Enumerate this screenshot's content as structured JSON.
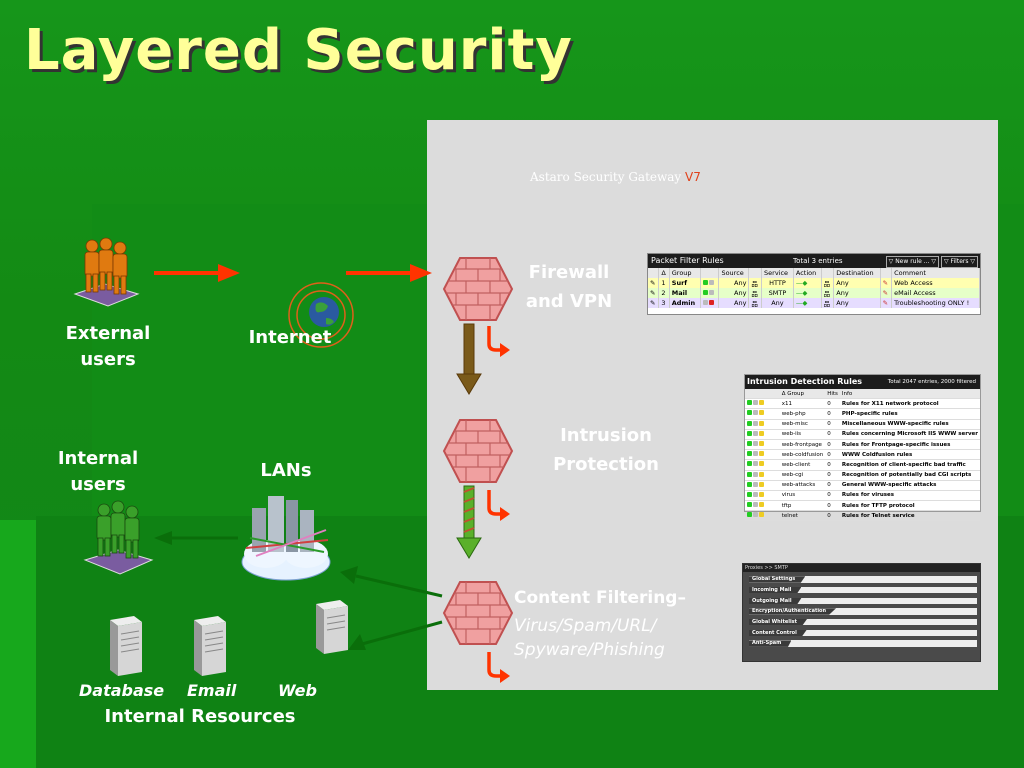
{
  "title": "Layered Security",
  "brand": {
    "name": "Astaro Security Gateway",
    "version": "V7"
  },
  "labels": {
    "external_users": "External\nusers",
    "internet": "Internet",
    "internal_users": "Internal\nusers",
    "lans": "LANs",
    "firewall": "Firewall\nand VPN",
    "intrusion": "Intrusion\nProtection",
    "content_filtering": "Content Filtering–",
    "content_sub": "Virus/Spam/URL/\nSpyware/Phishing",
    "database": "Database",
    "email": "Email",
    "web": "Web",
    "internal_resources": "Internal Resources"
  },
  "packet_filter": {
    "title": "Packet Filter Rules",
    "total": "Total 3 entries",
    "buttons": [
      "▽ New rule ... ▽",
      "▽ Filters ▽"
    ],
    "columns": [
      "",
      "Δ",
      "Group",
      "",
      "Source",
      "",
      "Service",
      "Action",
      "",
      "Destination",
      "",
      "Comment"
    ],
    "rows": [
      {
        "n": "1",
        "group": "Surf",
        "source": "Any",
        "service": "HTTP",
        "dest": "Any",
        "comment": "Web Access"
      },
      {
        "n": "2",
        "group": "Mail",
        "source": "Any",
        "service": "SMTP",
        "dest": "Any",
        "comment": "eMail Access"
      },
      {
        "n": "3",
        "group": "Admin",
        "source": "Any",
        "service": "Any",
        "dest": "Any",
        "comment": "Troubleshooting ONLY !"
      }
    ]
  },
  "ids": {
    "title": "Intrusion Detection Rules",
    "total": "Total 2047 entries, 2000 filtered",
    "columns": [
      "Δ Group",
      "Hits",
      "Info"
    ],
    "rows": [
      {
        "group": "x11",
        "hits": "0",
        "info": "Rules for X11 network protocol"
      },
      {
        "group": "web-php",
        "hits": "0",
        "info": "PHP-specific rules"
      },
      {
        "group": "web-misc",
        "hits": "0",
        "info": "Miscellaneous WWW-specific rules"
      },
      {
        "group": "web-iis",
        "hits": "0",
        "info": "Rules concerning Microsoft IIS WWW server"
      },
      {
        "group": "web-frontpage",
        "hits": "0",
        "info": "Rules for Frontpage-specific issues"
      },
      {
        "group": "web-coldfusion",
        "hits": "0",
        "info": "WWW Coldfusion rules"
      },
      {
        "group": "web-client",
        "hits": "0",
        "info": "Recognition of client-specific bad traffic"
      },
      {
        "group": "web-cgi",
        "hits": "0",
        "info": "Recognition of potentially bad CGI scripts"
      },
      {
        "group": "web-attacks",
        "hits": "0",
        "info": "General WWW-specific attacks"
      },
      {
        "group": "virus",
        "hits": "0",
        "info": "Rules for viruses"
      },
      {
        "group": "tftp",
        "hits": "0",
        "info": "Rules for TFTP protocol"
      },
      {
        "group": "telnet",
        "hits": "0",
        "info": "Rules for Telnet service"
      }
    ]
  },
  "content_filter": {
    "header": "Proxies >> SMTP",
    "rows": [
      "Global Settings",
      "Incoming Mail",
      "Outgoing Mail",
      "Encryption/Authentication",
      "Global Whitelist",
      "Content Control",
      "Anti-Spam"
    ]
  },
  "colors": {
    "background": "#16961a",
    "title": "#ffff99",
    "panel": "#dcdcdc",
    "arrow_red": "#ff3300",
    "arrow_green": "#0a6e0a"
  }
}
